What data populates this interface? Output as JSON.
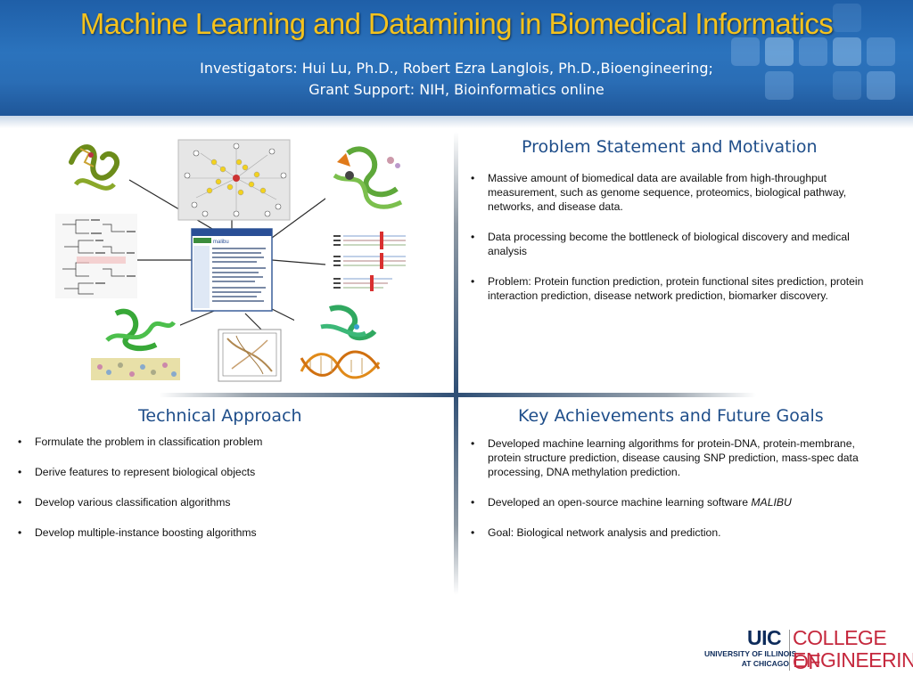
{
  "header": {
    "title": "Machine Learning and Datamining in Biomedical Informatics",
    "subtitle_line1": "Investigators: Hui Lu, Ph.D., Robert Ezra Langlois, Ph.D.,Bioengineering;",
    "subtitle_line2": "Grant Support: NIH, Bioinformatics online"
  },
  "problem_statement": {
    "title": "Problem Statement and Motivation",
    "bullets": [
      "Massive amount of biomedical data are available from high-throughput measurement, such as genome sequence, proteomics, biological pathway, networks, and disease data.",
      "Data processing become the bottleneck of biological discovery and medical analysis",
      "Problem: Protein function prediction, protein functional sites prediction, protein interaction prediction, disease network prediction, biomarker discovery."
    ]
  },
  "technical_approach": {
    "title": "Technical Approach",
    "bullets": [
      "Formulate the problem in classification problem",
      "Derive features to represent biological objects",
      "Develop various classification algorithms",
      "Develop multiple-instance boosting algorithms"
    ]
  },
  "key_achievements": {
    "title": "Key Achievements and Future Goals",
    "bullets": [
      "Developed machine learning algorithms for protein-DNA, protein-membrane, protein structure prediction, disease causing SNP prediction, mass-spec data processing, DNA methylation prediction.",
      "Developed an open-source machine learning software",
      "Goal: Biological network analysis and prediction."
    ],
    "software_name": "MALIBU"
  },
  "collage": {
    "center_window_label": "malibu"
  },
  "logo": {
    "uic": "UIC",
    "college": "COLLEGE OF",
    "engineering": "ENGINEERING",
    "university_line1": "UNIVERSITY OF ILLINOIS",
    "university_line2": "AT CHICAGO"
  },
  "bullet_symbol": "•",
  "colors": {
    "title_gold": "#f4c21d",
    "header_blue": "#2b73bd",
    "heading_blue": "#1f4e8a",
    "uic_navy": "#0d2b5b",
    "uic_red": "#c5283d"
  }
}
